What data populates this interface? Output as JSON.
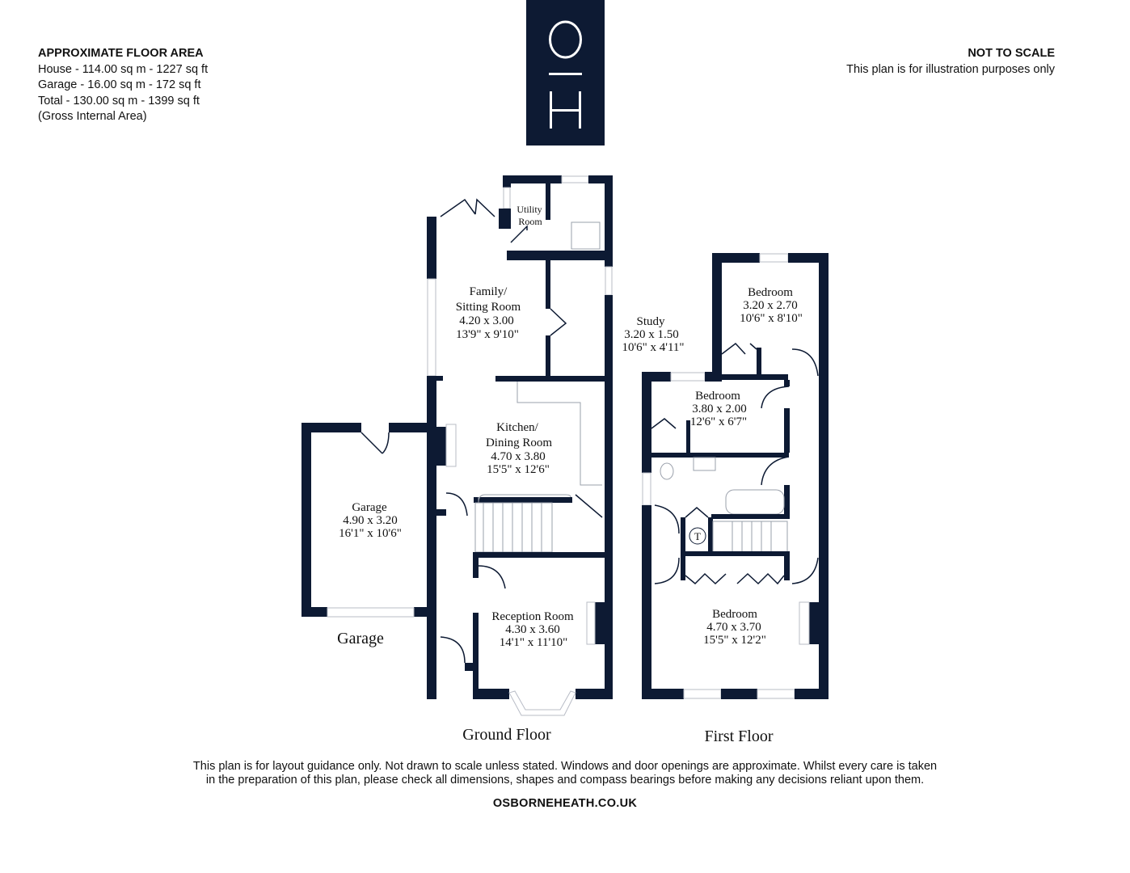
{
  "floor_area": {
    "heading": "APPROXIMATE FLOOR AREA",
    "house": "House - 114.00 sq m - 1227 sq ft",
    "garage": "Garage - 16.00 sq m - 172 sq ft",
    "total": "Total - 130.00 sq m - 1399 sq ft",
    "note": "(Gross Internal Area)"
  },
  "scale_note": {
    "heading": "NOT TO SCALE",
    "text": "This plan is for illustration purposes only"
  },
  "logo": {
    "text": "O H"
  },
  "rooms": {
    "utility": {
      "l1": "Utility",
      "l2": "Room"
    },
    "family": {
      "l1": "Family/",
      "l2": "Sitting Room",
      "m": "4.20 x 3.00",
      "i": "13'9\" x 9'10\""
    },
    "study": {
      "l1": "Study",
      "m": "3.20 x 1.50",
      "i": "10'6\" x 4'11\""
    },
    "kitchen": {
      "l1": "Kitchen/",
      "l2": "Dining Room",
      "m": "4.70 x 3.80",
      "i": "15'5\" x 12'6\""
    },
    "garage": {
      "l1": "Garage",
      "m": "4.90 x 3.20",
      "i": "16'1\" x 10'6\""
    },
    "reception": {
      "l1": "Reception Room",
      "m": "4.30 x 3.60",
      "i": "14'1\" x 11'10\""
    },
    "bedroom1": {
      "l1": "Bedroom",
      "m": "3.20 x 2.70",
      "i": "10'6\" x 8'10\""
    },
    "bedroom2": {
      "l1": "Bedroom",
      "m": "3.80 x 2.00",
      "i": "12'6\" x 6'7\""
    },
    "bedroom3": {
      "l1": "Bedroom",
      "m": "4.70 x 3.70",
      "i": "15'5\" x 12'2\""
    },
    "tank": "T"
  },
  "floors": {
    "garage": "Garage",
    "ground": "Ground Floor",
    "first": "First Floor"
  },
  "disclaimer": {
    "line1": "This plan is for layout guidance only. Not drawn to scale unless stated. Windows and door openings are approximate. Whilst every care is taken",
    "line2": "in the preparation of this plan, please check all dimensions, shapes and compass bearings before making any decisions reliant upon them."
  },
  "website": "OSBORNEHEATH.CO.UK",
  "colors": {
    "wall": "#0d1a33"
  }
}
